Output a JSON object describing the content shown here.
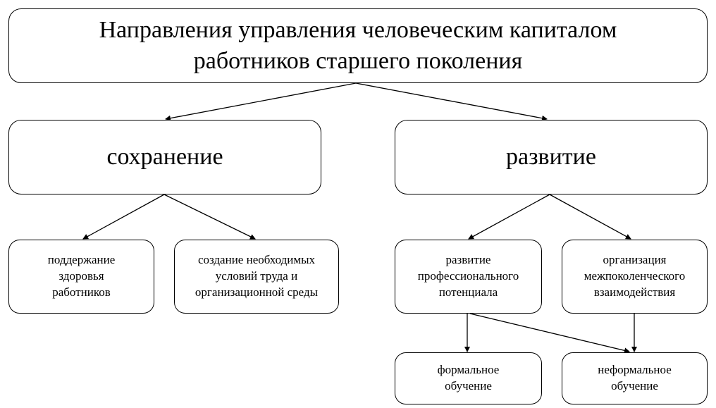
{
  "title": "Направления управления человеческим капиталом работников старшего поколения",
  "branches": {
    "preservation": {
      "label": "сохранение",
      "children": [
        "поддержание здоровья работников",
        "создание необходимых условий труда и организационной среды"
      ]
    },
    "development": {
      "label": "развитие",
      "children": [
        "развитие профессионального потенциала",
        "организация межпоколенческого взаимодействия"
      ],
      "outcomes": [
        "формальное обучение",
        "неформальное обучение"
      ]
    }
  }
}
